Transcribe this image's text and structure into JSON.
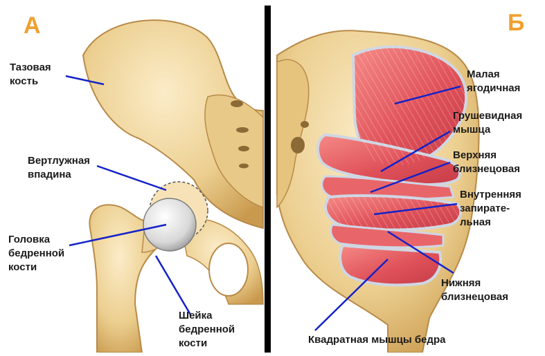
{
  "panels": [
    {
      "letter": "А",
      "color": "#f0a030"
    },
    {
      "letter": "Б",
      "color": "#f0a030"
    }
  ],
  "left_labels": {
    "pelvic_bone": "Тазовая\nкость",
    "acetabulum": "Вертлужная\nвпадина",
    "femoral_head": "Головка\nбедренной\nкости",
    "femoral_neck": "Шейка\nбедренной\nкости"
  },
  "right_labels": {
    "gluteus_minimus": "Малая\nягодичная",
    "piriformis": "Грушевидная\nмышца",
    "superior_gemellus": "Верхняя\nблизнецовая",
    "obturator_internus": "Внутренняя\nзапирате-\nльная",
    "inferior_gemellus": "Нижняя\nблизнецовая",
    "quadratus_femoris": "Квадратная мышцы бедра"
  },
  "colors": {
    "bone": "#f2d9a6",
    "bone_dark": "#d9b06a",
    "bone_shadow": "#c8964a",
    "cartilage": "#e4e4e4",
    "muscle": "#e2555a",
    "muscle_light": "#f07f7f",
    "tendon": "#cfd6e4",
    "pointer": "#1422c8",
    "divider": "#000000"
  }
}
